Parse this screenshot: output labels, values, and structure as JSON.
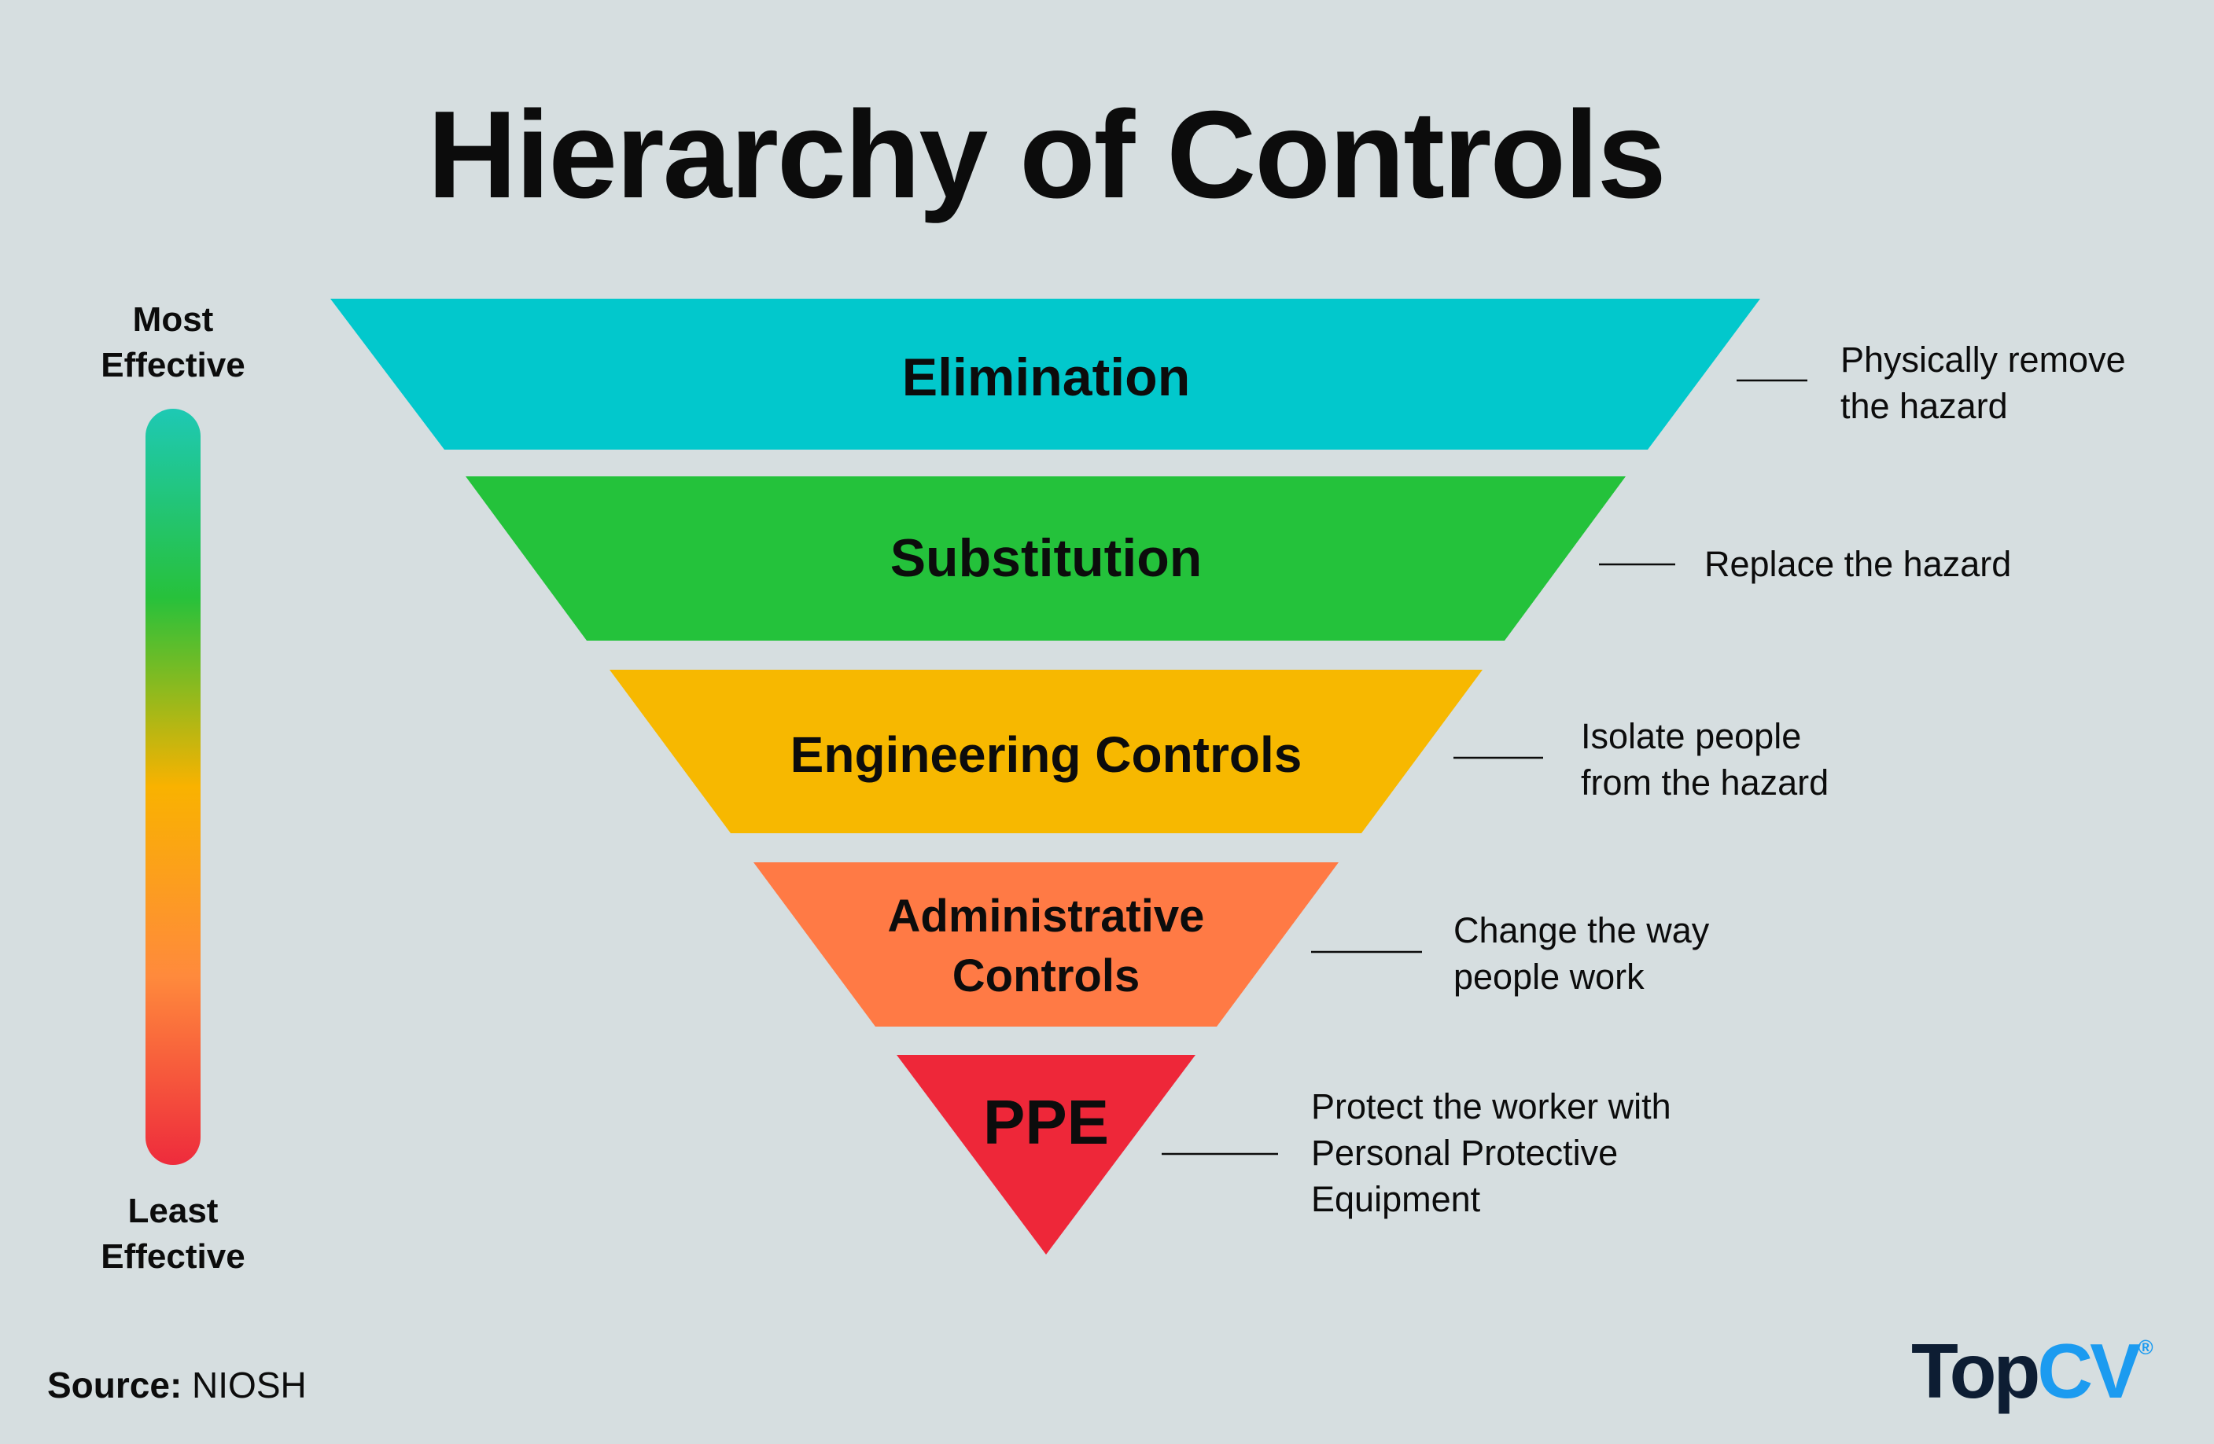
{
  "title": "Hierarchy of Controls",
  "scale": {
    "top_line1": "Most",
    "top_line2": "Effective",
    "bottom_line1": "Least",
    "bottom_line2": "Effective",
    "gradient_colors": [
      "#1ec9b4",
      "#27c13b",
      "#f9b200",
      "#ff8a3c",
      "#ee2b3c"
    ]
  },
  "levels": [
    {
      "line1": "Elimination",
      "line2": "",
      "description_line1": "Physically remove",
      "description_line2": "the hazard",
      "description_line3": "",
      "color": "#02c8cc"
    },
    {
      "line1": "Substitution",
      "line2": "",
      "description_line1": "Replace the hazard",
      "description_line2": "",
      "description_line3": "",
      "color": "#24c23b"
    },
    {
      "line1": "Engineering Controls",
      "line2": "",
      "description_line1": "Isolate people",
      "description_line2": "from the hazard",
      "description_line3": "",
      "color": "#f7b800"
    },
    {
      "line1": "Administrative",
      "line2": "Controls",
      "description_line1": "Change the way",
      "description_line2": "people work",
      "description_line3": "",
      "color": "#ff7a45"
    },
    {
      "line1": "PPE",
      "line2": "",
      "description_line1": "Protect the worker with",
      "description_line2": "Personal Protective",
      "description_line3": "Equipment",
      "color": "#ee2739"
    }
  ],
  "source": {
    "label": "Source:",
    "value": "NIOSH"
  },
  "logo": {
    "part1": "Top",
    "part2": "CV",
    "mark": "®"
  }
}
